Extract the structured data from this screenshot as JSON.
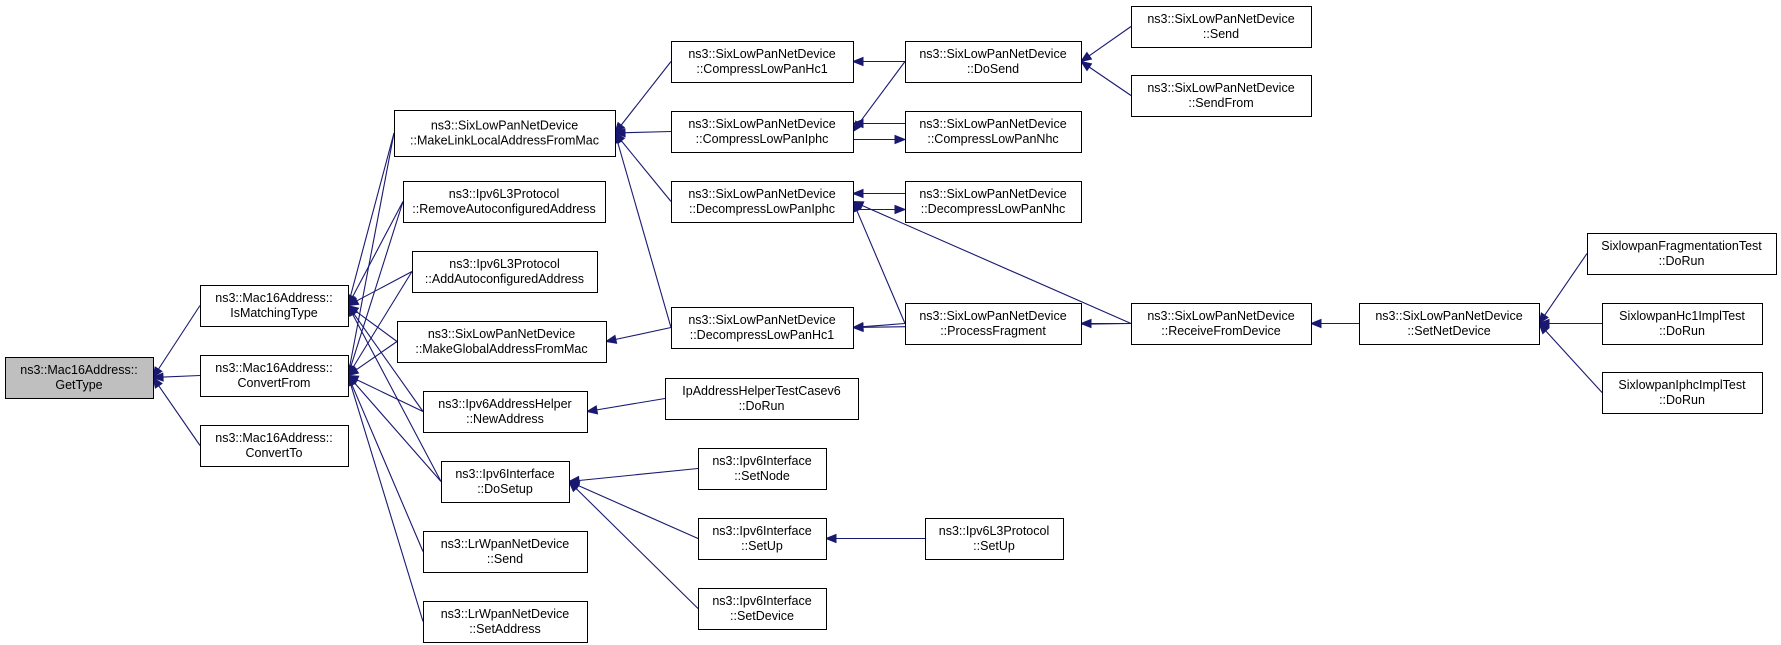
{
  "colors": {
    "edge": "#191970",
    "root_fill": "#bfbfbf",
    "node_fill": "#ffffff",
    "border": "#000000"
  },
  "nodes": [
    {
      "id": "gettype",
      "lines": [
        "ns3::Mac16Address::",
        "GetType"
      ],
      "root": true
    },
    {
      "id": "ismatch",
      "lines": [
        "ns3::Mac16Address::",
        "IsMatchingType"
      ]
    },
    {
      "id": "convfrom",
      "lines": [
        "ns3::Mac16Address::",
        "ConvertFrom"
      ]
    },
    {
      "id": "convto",
      "lines": [
        "ns3::Mac16Address::",
        "ConvertTo"
      ]
    },
    {
      "id": "mklink",
      "lines": [
        "ns3::SixLowPanNetDevice",
        "::MakeLinkLocalAddressFromMac"
      ]
    },
    {
      "id": "rmauto",
      "lines": [
        "ns3::Ipv6L3Protocol",
        "::RemoveAutoconfiguredAddress"
      ]
    },
    {
      "id": "addauto",
      "lines": [
        "ns3::Ipv6L3Protocol",
        "::AddAutoconfiguredAddress"
      ]
    },
    {
      "id": "mkglob",
      "lines": [
        "ns3::SixLowPanNetDevice",
        "::MakeGlobalAddressFromMac"
      ]
    },
    {
      "id": "newaddr",
      "lines": [
        "ns3::Ipv6AddressHelper",
        "::NewAddress"
      ]
    },
    {
      "id": "dosetup",
      "lines": [
        "ns3::Ipv6Interface",
        "::DoSetup"
      ]
    },
    {
      "id": "lrsend",
      "lines": [
        "ns3::LrWpanNetDevice",
        "::Send"
      ]
    },
    {
      "id": "lrsetaddr",
      "lines": [
        "ns3::LrWpanNetDevice",
        "::SetAddress"
      ]
    },
    {
      "id": "comphc1",
      "lines": [
        "ns3::SixLowPanNetDevice",
        "::CompressLowPanHc1"
      ]
    },
    {
      "id": "compiphc",
      "lines": [
        "ns3::SixLowPanNetDevice",
        "::CompressLowPanIphc"
      ]
    },
    {
      "id": "decompiphc",
      "lines": [
        "ns3::SixLowPanNetDevice",
        "::DecompressLowPanIphc"
      ]
    },
    {
      "id": "decomphc1",
      "lines": [
        "ns3::SixLowPanNetDevice",
        "::DecompressLowPanHc1"
      ]
    },
    {
      "id": "iptest",
      "lines": [
        "IpAddressHelperTestCasev6",
        "::DoRun"
      ]
    },
    {
      "id": "setnode",
      "lines": [
        "ns3::Ipv6Interface",
        "::SetNode"
      ]
    },
    {
      "id": "setup",
      "lines": [
        "ns3::Ipv6Interface",
        "::SetUp"
      ]
    },
    {
      "id": "setdevice",
      "lines": [
        "ns3::Ipv6Interface",
        "::SetDevice"
      ]
    },
    {
      "id": "dosend",
      "lines": [
        "ns3::SixLowPanNetDevice",
        "::DoSend"
      ]
    },
    {
      "id": "compnhc",
      "lines": [
        "ns3::SixLowPanNetDevice",
        "::CompressLowPanNhc"
      ]
    },
    {
      "id": "decompnhc",
      "lines": [
        "ns3::SixLowPanNetDevice",
        "::DecompressLowPanNhc"
      ]
    },
    {
      "id": "procfrag",
      "lines": [
        "ns3::SixLowPanNetDevice",
        "::ProcessFragment"
      ]
    },
    {
      "id": "l3setup",
      "lines": [
        "ns3::Ipv6L3Protocol",
        "::SetUp"
      ]
    },
    {
      "id": "send",
      "lines": [
        "ns3::SixLowPanNetDevice",
        "::Send"
      ]
    },
    {
      "id": "sendfrom",
      "lines": [
        "ns3::SixLowPanNetDevice",
        "::SendFrom"
      ]
    },
    {
      "id": "recvfrom",
      "lines": [
        "ns3::SixLowPanNetDevice",
        "::ReceiveFromDevice"
      ]
    },
    {
      "id": "setnetdev",
      "lines": [
        "ns3::SixLowPanNetDevice",
        "::SetNetDevice"
      ]
    },
    {
      "id": "fragtest",
      "lines": [
        "SixlowpanFragmentationTest",
        "::DoRun"
      ]
    },
    {
      "id": "hc1test",
      "lines": [
        "SixlowpanHc1ImplTest",
        "::DoRun"
      ]
    },
    {
      "id": "iphctest",
      "lines": [
        "SixlowpanIphcImplTest",
        "::DoRun"
      ]
    }
  ],
  "edges": [
    {
      "to": "gettype",
      "from": "ismatch"
    },
    {
      "to": "gettype",
      "from": "convfrom"
    },
    {
      "to": "gettype",
      "from": "convto"
    },
    {
      "to": "ismatch",
      "from": "mklink"
    },
    {
      "to": "ismatch",
      "from": "rmauto"
    },
    {
      "to": "ismatch",
      "from": "addauto"
    },
    {
      "to": "ismatch",
      "from": "mkglob"
    },
    {
      "to": "ismatch",
      "from": "newaddr"
    },
    {
      "to": "ismatch",
      "from": "dosetup"
    },
    {
      "to": "convfrom",
      "from": "mklink"
    },
    {
      "to": "convfrom",
      "from": "rmauto"
    },
    {
      "to": "convfrom",
      "from": "addauto"
    },
    {
      "to": "convfrom",
      "from": "mkglob"
    },
    {
      "to": "convfrom",
      "from": "newaddr"
    },
    {
      "to": "convfrom",
      "from": "dosetup"
    },
    {
      "to": "convfrom",
      "from": "lrsend"
    },
    {
      "to": "convfrom",
      "from": "lrsetaddr"
    },
    {
      "to": "mklink",
      "from": "comphc1"
    },
    {
      "to": "mklink",
      "from": "compiphc"
    },
    {
      "to": "mklink",
      "from": "decompiphc"
    },
    {
      "to": "mklink",
      "from": "decomphc1"
    },
    {
      "to": "mkglob",
      "from": "decomphc1"
    },
    {
      "to": "newaddr",
      "from": "iptest"
    },
    {
      "to": "dosetup",
      "from": "setnode"
    },
    {
      "to": "dosetup",
      "from": "setup"
    },
    {
      "to": "dosetup",
      "from": "setdevice"
    },
    {
      "to": "setup",
      "from": "l3setup"
    },
    {
      "to": "comphc1",
      "from": "dosend"
    },
    {
      "to": "compiphc",
      "from": "dosend"
    },
    {
      "to": "compiphc",
      "from": "compnhc"
    },
    {
      "to": "compnhc",
      "from": "compiphc"
    },
    {
      "to": "decompiphc",
      "from": "decompnhc"
    },
    {
      "to": "decompnhc",
      "from": "decompiphc"
    },
    {
      "to": "decompiphc",
      "from": "procfrag"
    },
    {
      "to": "decompiphc",
      "from": "recvfrom"
    },
    {
      "to": "decomphc1",
      "from": "procfrag"
    },
    {
      "to": "decomphc1",
      "from": "recvfrom"
    },
    {
      "to": "dosend",
      "from": "send"
    },
    {
      "to": "dosend",
      "from": "sendfrom"
    },
    {
      "to": "procfrag",
      "from": "recvfrom"
    },
    {
      "to": "recvfrom",
      "from": "setnetdev"
    },
    {
      "to": "setnetdev",
      "from": "fragtest"
    },
    {
      "to": "setnetdev",
      "from": "hc1test"
    },
    {
      "to": "setnetdev",
      "from": "iphctest"
    }
  ]
}
